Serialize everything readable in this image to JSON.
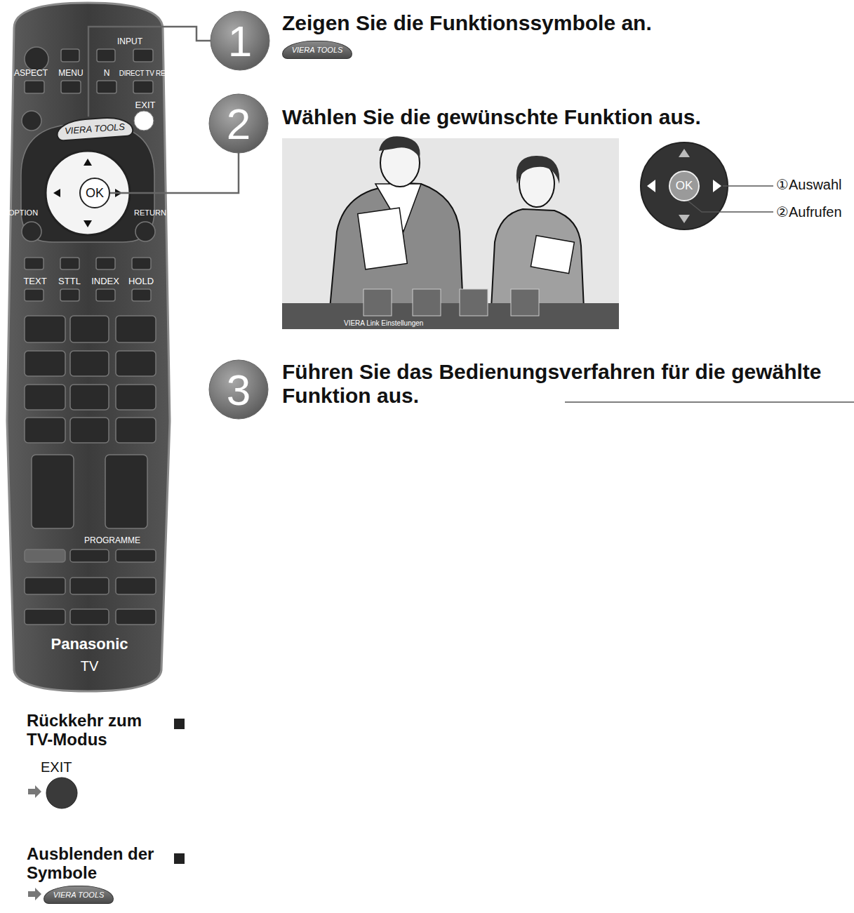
{
  "diagram": {
    "nodes": [
      {
        "text": [
          "Panasonic",
          "TV"
        ]
      },
      {
        "text": [
          "VIERA TOOLS"
        ],
        "in": 0
      },
      {
        "text": [
          "OK"
        ],
        "in": 0
      },
      {
        "text": [
          "1"
        ]
      },
      {
        "text": [
          "VIERA TOOLS"
        ]
      },
      {
        "text": [
          "2"
        ]
      },
      {
        "text": [
          "VIERA Link Einstellungen"
        ]
      },
      {
        "text": [
          "OK"
        ]
      },
      {
        "text": [
          "3"
        ]
      },
      {
        "text": [
          "VIERA TOOLS"
        ]
      }
    ],
    "edges": [
      {
        "from": 1,
        "to": 3,
        "arrow": "none"
      },
      {
        "from": 2,
        "to": 5,
        "arrow": "none"
      }
    ],
    "labels": [
      "INPUT",
      "ASPECT",
      "MENU",
      "N",
      "DIRECT TV REC",
      "EXIT",
      "OPTION",
      "RETURN",
      "TEXT",
      "STTL",
      "INDEX",
      "HOLD",
      "PROGRAMME",
      "Zeigen Sie die Funktionssymbole an.",
      "Wählen Sie die gewünschte Funktion aus.",
      "①Auswahl",
      "②Aufrufen",
      "Führen Sie das Bedienungsverfahren für die gewählte Funktion aus.",
      "Rückkehr zum TV-Modus",
      "EXIT",
      "Ausblenden der Symbole"
    ]
  }
}
